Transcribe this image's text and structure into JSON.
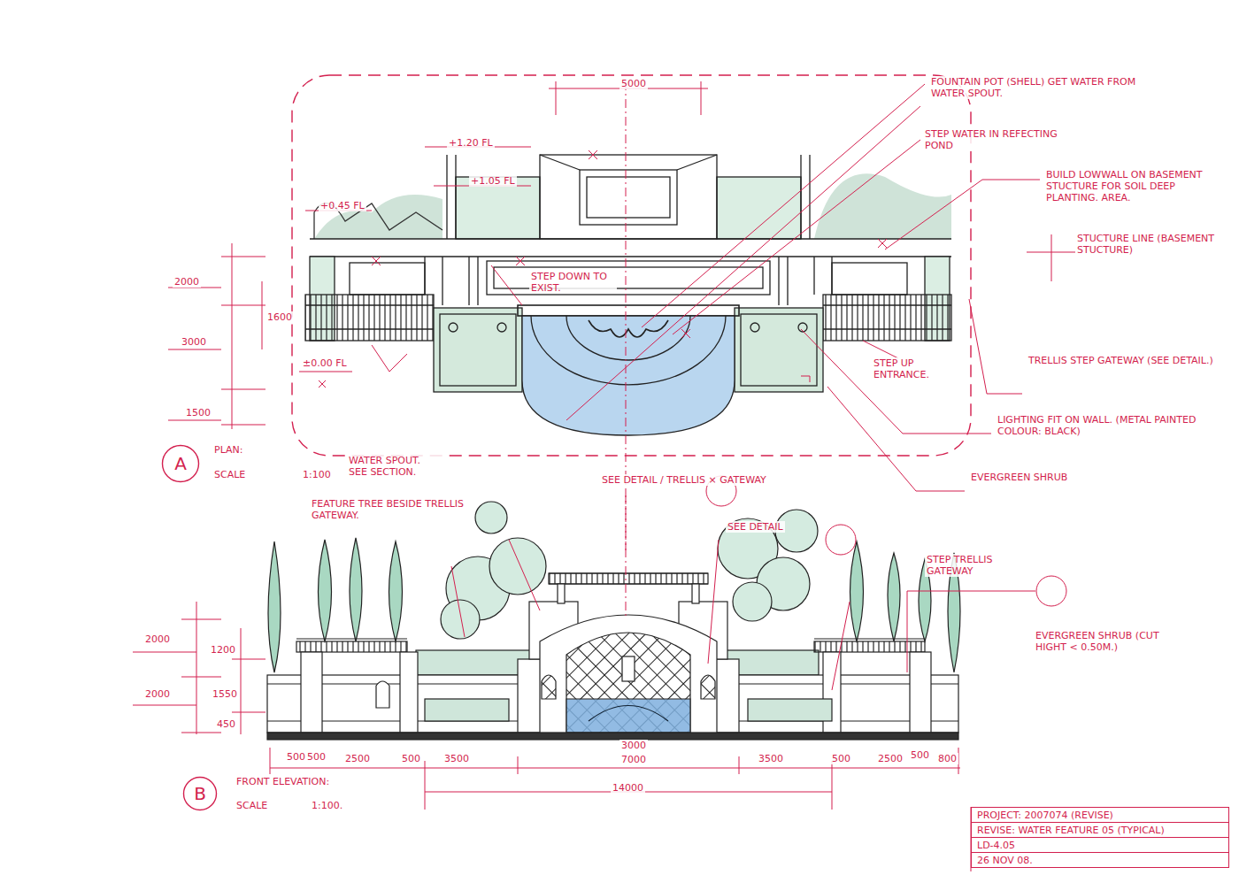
{
  "diagram": {
    "nodes": [
      {
        "text": [
          "A"
        ]
      },
      {
        "text": [
          "B"
        ]
      },
      {
        "text": [
          "PROJECT: 2007074 (REVISE)",
          "REVISE: WATER FEATURE 05 (TYPICAL)",
          "LD-4.05",
          "26 NOV 08."
        ]
      }
    ],
    "labels": [
      "5000",
      "+1.20 FL",
      "+1.05 FL",
      "+0.45 FL",
      "STEP DOWN TO EXIST.",
      "2000",
      "1600",
      "3000",
      "1500",
      "±0.00 FL",
      "FOUNTAIN POT (SHELL) GET WATER FROM WATER SPOUT.",
      "STEP WATER IN REFECTING POND",
      "BUILD LOWWALL ON BASEMENT STUCTURE FOR SOIL DEEP PLANTING. AREA.",
      "STUCTURE LINE (BASEMENT STUCTURE)",
      "STEP UP ENTRANCE.",
      "TRELLIS STEP GATEWAY (SEE DETAIL.)",
      "LIGHTING FIT ON WALL. (METAL PAINTED COLOUR: BLACK)",
      "EVERGREEN SHRUB",
      "PLAN:",
      "SCALE",
      "1:100",
      "WATER SPOUT. SEE SECTION.",
      "SEE DETAIL / TRELLIS × GATEWAY",
      "FEATURE TREE BESIDE TRELLIS GATEWAY.",
      "SEE DETAIL",
      "STEP TRELLIS GATEWAY",
      "EVERGREEN SHRUB (CUT HIGHT < 0.50M.)",
      "2000",
      "1200",
      "2000",
      "1550",
      "450",
      "500",
      "500",
      "2500",
      "500",
      "3500",
      "3000",
      "7000",
      "3500",
      "500",
      "2500",
      "500",
      "800",
      "14000",
      "FRONT ELEVATION:",
      "SCALE",
      "1:100."
    ]
  }
}
